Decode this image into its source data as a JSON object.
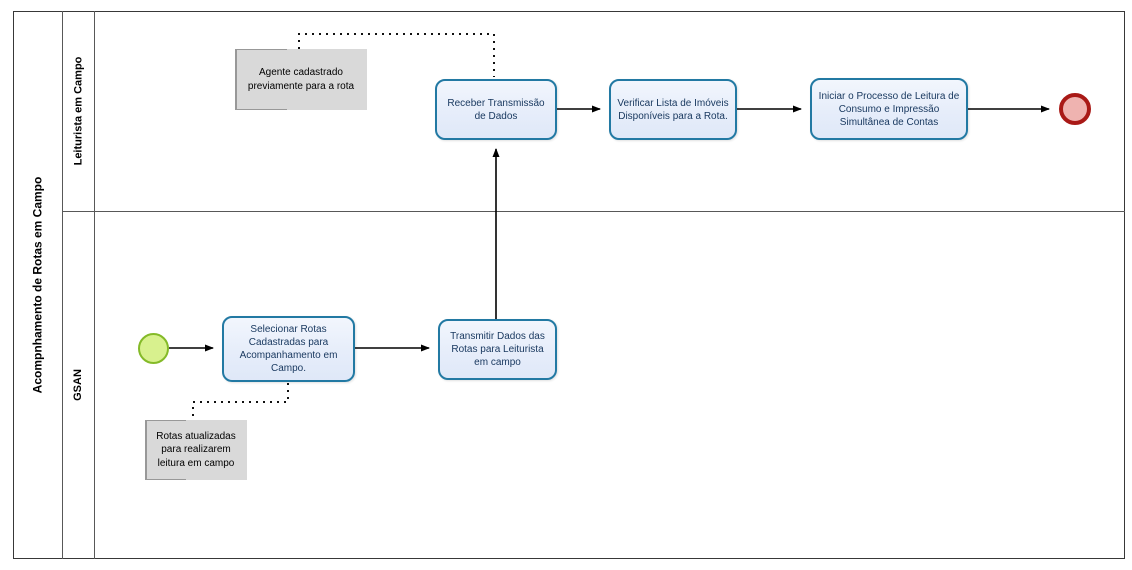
{
  "pool": {
    "title": "Acompnhamento de Rotas em Campo",
    "lanes": [
      {
        "label": "Leiturista em Campo"
      },
      {
        "label": "GSAN"
      }
    ]
  },
  "tasks": [
    {
      "label": "Receber Transmissão de Dados"
    },
    {
      "label": "Verificar Lista de Imóveis Disponíveis para a Rota."
    },
    {
      "label": "Iniciar o Processo de Leitura de Consumo e Impressão Simultânea de Contas"
    },
    {
      "label": "Selecionar Rotas Cadastradas para Acompanhamento em Campo."
    },
    {
      "label": "Transmitir Dados das Rotas para Leiturista em campo"
    }
  ],
  "annotations": [
    {
      "label": "Agente cadastrado previamente para a rota"
    },
    {
      "label": "Rotas atualizadas para realizarem leitura em campo"
    }
  ],
  "events": [
    {
      "name": "start-event",
      "type": "start"
    },
    {
      "name": "end-event",
      "type": "end"
    }
  ],
  "colors": {
    "task_border": "#2279a3",
    "task_fill": "#e6edfa",
    "task_text": "#17375e",
    "start_fill": "#d8f18e",
    "start_border": "#84ba28",
    "end_fill": "#efb3b0",
    "end_border": "#a91916",
    "annotation_fill": "#d9d9d9",
    "pool_border": "#383838",
    "connector": "#000000"
  }
}
